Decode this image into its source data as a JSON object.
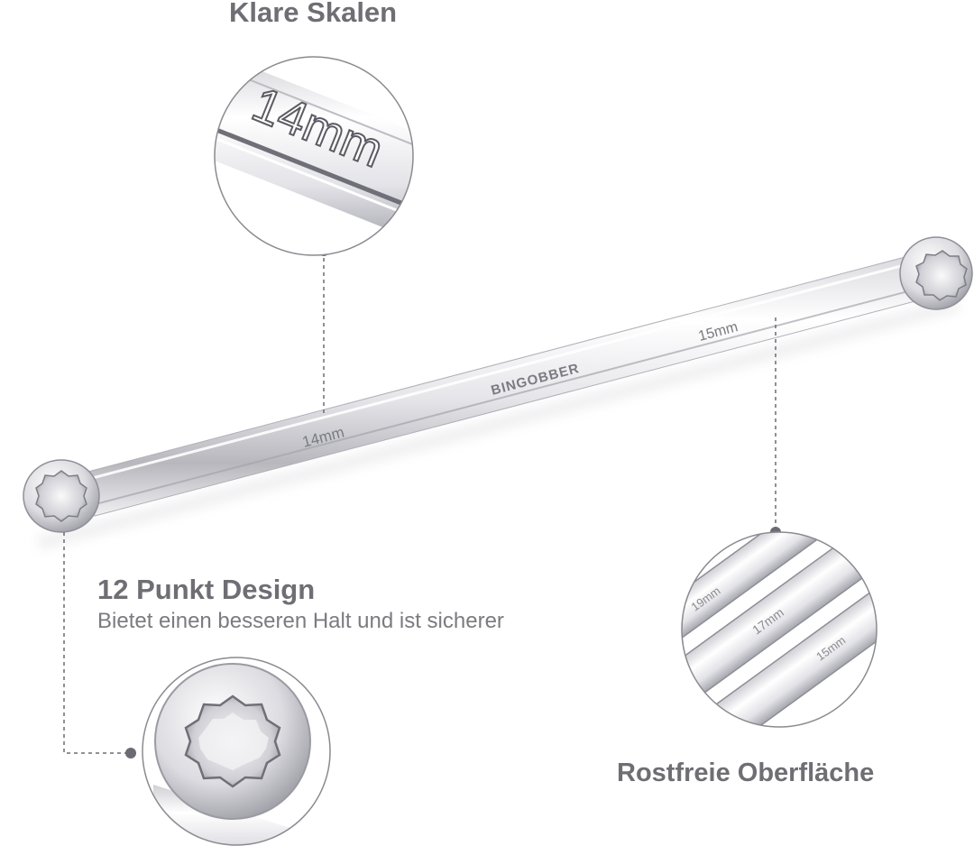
{
  "headings": {
    "top": "Klare Skalen",
    "design_title": "12 Punkt Design",
    "design_subtitle": "Bietet einen besseren Halt und ist sicherer",
    "bottom": "Rostfreie Oberfläche"
  },
  "wrench": {
    "brand": "BINGOBBER",
    "size_left": "14mm",
    "size_right": "15mm"
  },
  "callouts": {
    "scale_zoom_text": "14mm",
    "surface_sizes": [
      "19mm",
      "17mm",
      "15mm"
    ]
  },
  "colors": {
    "heading": "#6e6e74",
    "subtitle": "#7b7b80",
    "connector": "#6b6b74",
    "circle_border": "#8a8a90",
    "chrome_light": "#f4f4f6",
    "chrome_dark": "#9a9aa2"
  }
}
